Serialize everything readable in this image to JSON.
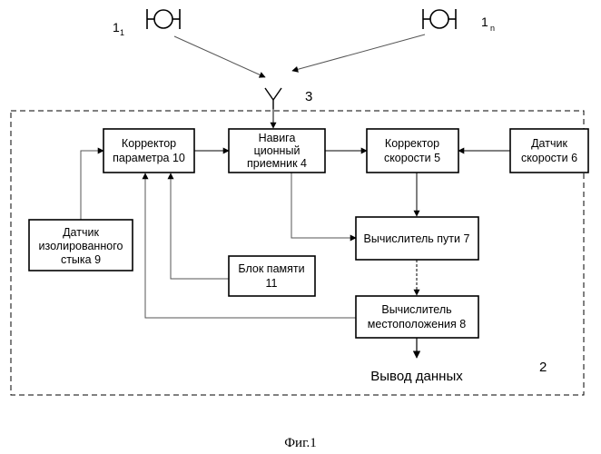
{
  "satellites": [
    {
      "label": "1",
      "index": "1"
    },
    {
      "label": "1",
      "index": "n"
    }
  ],
  "antenna_label": "3",
  "system_label": "2",
  "blocks": {
    "param_corrector": [
      "Корректор",
      "параметра 10"
    ],
    "nav_receiver": [
      "Навига",
      "ционный",
      "приемник 4"
    ],
    "speed_corrector": [
      "Корректор",
      "скорости 5"
    ],
    "speed_sensor": [
      "Датчик",
      "скорости 6"
    ],
    "joint_sensor": [
      "Датчик",
      "изолированного",
      "стыка 9"
    ],
    "path_calc": [
      "Вычислитель пути 7"
    ],
    "memory": [
      "Блок памяти",
      "11"
    ],
    "position_calc": [
      "Вычислитель",
      "местоположения 8"
    ]
  },
  "output_label": "Вывод данных",
  "caption": "Фиг.1"
}
